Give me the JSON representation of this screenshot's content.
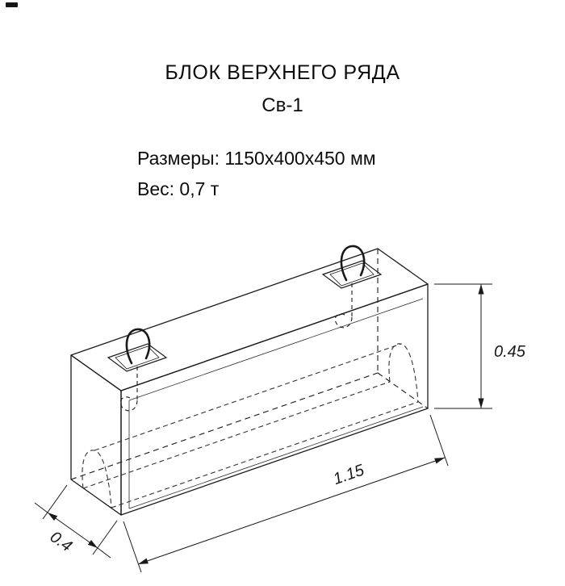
{
  "header": {
    "title": "БЛОК ВЕРХНЕГО РЯДА",
    "subtitle": "Св-1",
    "dimensions_line": "Размеры: 1150х400х450 мм",
    "weight_line": "Вес: 0,7 т"
  },
  "drawing": {
    "description": "Isometric line drawing of rectangular concrete block with two lifting wire loops and internal half-round channel",
    "line_color": "#1a1a1a",
    "dimension_labels": {
      "height": "0.45",
      "length": "1.15",
      "width": "0.4"
    }
  }
}
